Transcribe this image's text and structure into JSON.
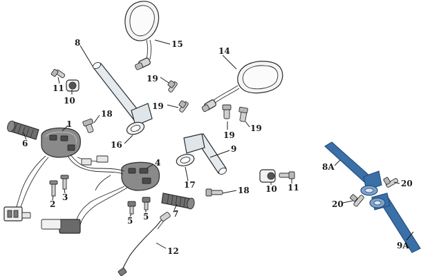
{
  "diagram": {
    "labels": {
      "p1": "1",
      "p2": "2",
      "p3": "3",
      "p4": "4",
      "p5a": "5",
      "p5b": "5",
      "p6": "6",
      "p7": "7",
      "p8": "8",
      "p9": "9",
      "p10a": "10",
      "p10b": "10",
      "p11a": "11",
      "p11b": "11",
      "p12": "12",
      "p14": "14",
      "p15": "15",
      "p16": "16",
      "p17": "17",
      "p18a": "18",
      "p18b": "18",
      "p19a": "19",
      "p19b": "19",
      "p19c": "19",
      "p19d": "19",
      "p20a": "20",
      "p20b": "20",
      "p8A": "8A",
      "p9A": "9A"
    },
    "colors": {
      "ink": "#2a2a2a",
      "bar_fill": "#e4eaee",
      "part_fill": "#f1f1f1",
      "grip_fill": "#6e6e6e",
      "blue_part": "#3a6fa8",
      "blue_dark": "#25507e"
    }
  }
}
